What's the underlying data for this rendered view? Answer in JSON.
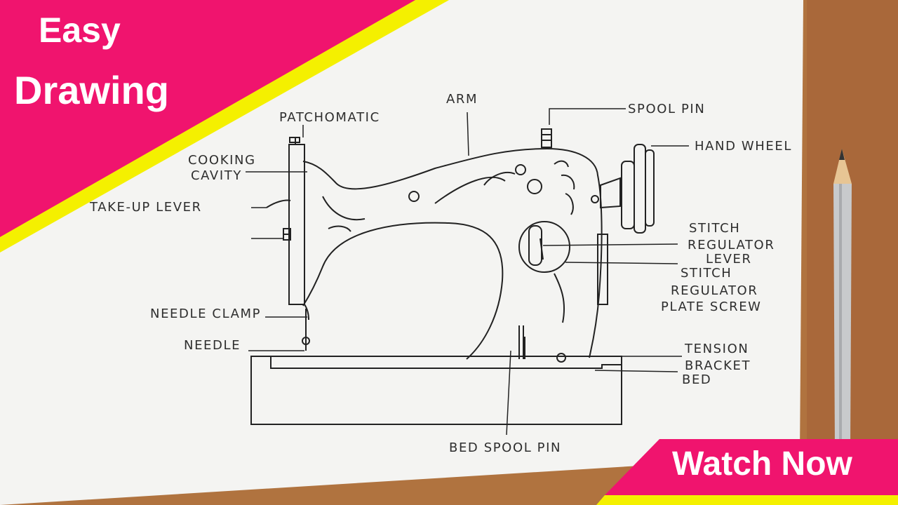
{
  "banner": {
    "line1": "Easy",
    "line2": "Drawing"
  },
  "cta": {
    "label": "Watch Now"
  },
  "labels": {
    "arm": "ARM",
    "patchomatic": "PATCHOMATIC",
    "spool_pin": "SPOOL PIN",
    "hand_wheel": "HAND WHEEL",
    "cooking": "COOKING",
    "cavity": "CAVITY",
    "take_up_lever": "TAKE-UP LEVER",
    "stitch1": "STITCH",
    "regulator1": "REGULATOR",
    "lever": "LEVER",
    "stitch2": "STITCH",
    "regulator2": "REGULATOR",
    "plate_screw": "PLATE SCREW",
    "needle_clamp": "NEEDLE CLAMP",
    "needle": "NEEDLE",
    "tension": "TENSION",
    "bracket": "BRACKET",
    "bed": "BED",
    "bed_spool_pin": "BED SPOOL PIN"
  },
  "colors": {
    "pink": "#f0146e",
    "yellow": "#f4f000",
    "paper": "#f4f4f2",
    "wood": "#b0733f",
    "ink": "#222222"
  }
}
